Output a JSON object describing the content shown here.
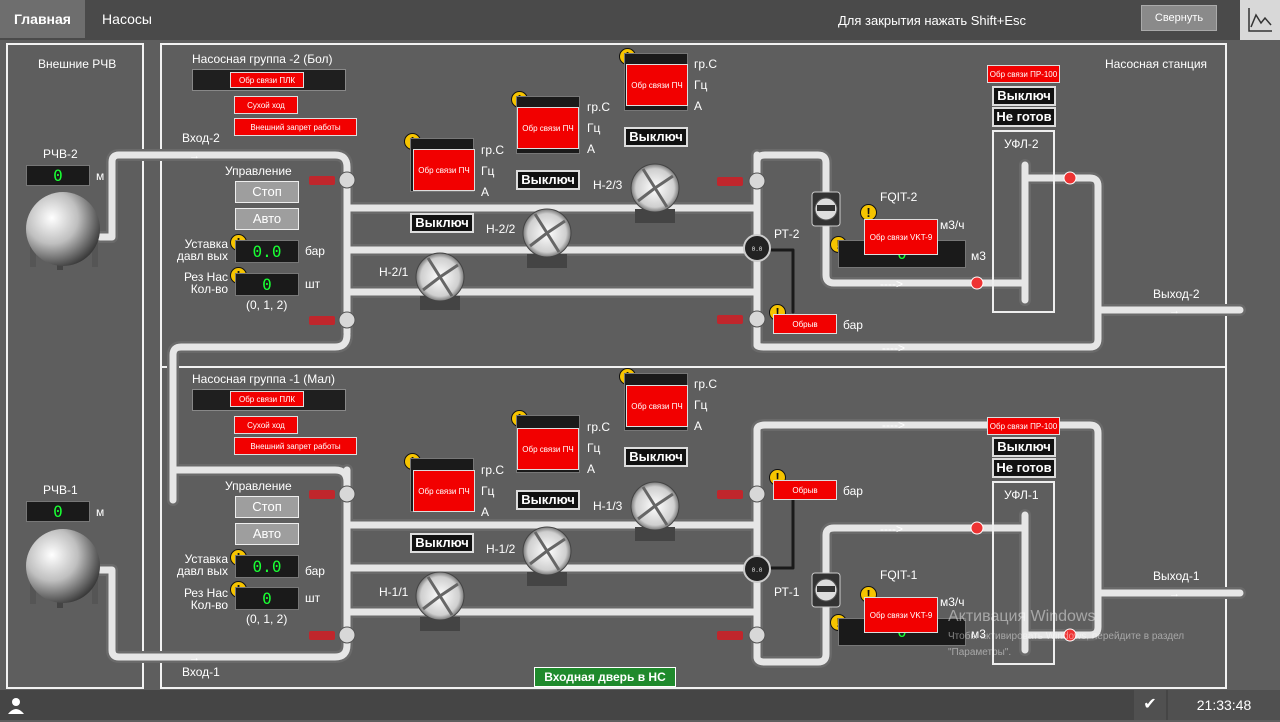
{
  "tabs": [
    "Главная",
    "Насосы"
  ],
  "hint": "Для закрытия нажать Shift+Esc",
  "minimize_label": "Свернуть",
  "external": {
    "title": "Внешние РЧВ",
    "tank2_label": "РЧВ-2",
    "tank1_label": "РЧВ-1",
    "tank2_value": "0",
    "tank1_value": "0",
    "unit": "м"
  },
  "station_title": "Насосная станция",
  "group2": {
    "title": "Насосная группа -2 (Бол)",
    "plc": "Обр связи ПЛК",
    "dry_run": "Сухой ход",
    "ban": "Внешний запрет работы",
    "inlet": "Вход-2",
    "control_label": "Управление",
    "stop": "Стоп",
    "auto": "Авто",
    "setpoint_label_1": "Уставка",
    "setpoint_label_2": "давл вых",
    "setpoint_value": "0.0",
    "setpoint_unit": "бар",
    "reserve_label_1": "Рез Нас",
    "reserve_label_2": "Кол-во",
    "reserve_value": "0",
    "reserve_unit": "шт",
    "reserve_range": "(0, 1, 2)",
    "pumps": [
      "Н-2/1",
      "Н-2/2",
      "Н-2/3"
    ],
    "rt": "РТ-2",
    "rt_status": "Обрыв",
    "rt_unit": "бар",
    "fqit": "FQIT-2",
    "fqit_status": "Обр связи VKT-9",
    "fqit_unit1": "м3/ч",
    "fqit_unit2": "м3",
    "fqit_value": "0",
    "pr": "Обр связи ПР-100",
    "pr_state": "Выключ",
    "pr_ready": "Не готов",
    "ufl": "УФЛ-2",
    "outlet": "Выход-2"
  },
  "group1": {
    "title": "Насосная группа -1 (Мал)",
    "plc": "Обр связи ПЛК",
    "dry_run": "Сухой ход",
    "ban": "Внешний запрет работы",
    "inlet": "Вход-1",
    "control_label": "Управление",
    "stop": "Стоп",
    "auto": "Авто",
    "setpoint_label_1": "Уставка",
    "setpoint_label_2": "давл вых",
    "setpoint_value": "0.0",
    "setpoint_unit": "бар",
    "reserve_label_1": "Рез Нас",
    "reserve_label_2": "Кол-во",
    "reserve_value": "0",
    "reserve_unit": "шт",
    "reserve_range": "(0, 1, 2)",
    "pumps": [
      "Н-1/1",
      "Н-1/2",
      "Н-1/3"
    ],
    "rt": "РТ-1",
    "rt_status": "Обрыв",
    "rt_unit": "бар",
    "fqit": "FQIT-1",
    "fqit_status": "Обр связи VKT-9",
    "fqit_unit1": "м3/ч",
    "fqit_unit2": "м3",
    "fqit_value": "0",
    "pr": "Обр связи ПР-100",
    "pr_state": "Выключ",
    "pr_ready": "Не готов",
    "ufl": "УФЛ-1",
    "outlet": "Выход-1"
  },
  "pump_common": {
    "pc_status": "Обр связи ПЧ",
    "state": "Выключ",
    "u1": "гр.С",
    "u2": "Гц",
    "u3": "А",
    "lcd": "0.0"
  },
  "flow_arrow": "---->",
  "door": "Входная дверь в НС",
  "clock": "21:33:48",
  "watermark_1": "Активация Windows",
  "watermark_2": "Чтобы активировать Windows, перейдите в раздел",
  "watermark_3": "\"Параметры\".",
  "colors": {
    "alarm": "#f20000",
    "lcd": "#19ff33",
    "ok": "#1f8a2c",
    "warn": "#f6c400",
    "valve": "#c0262c"
  }
}
